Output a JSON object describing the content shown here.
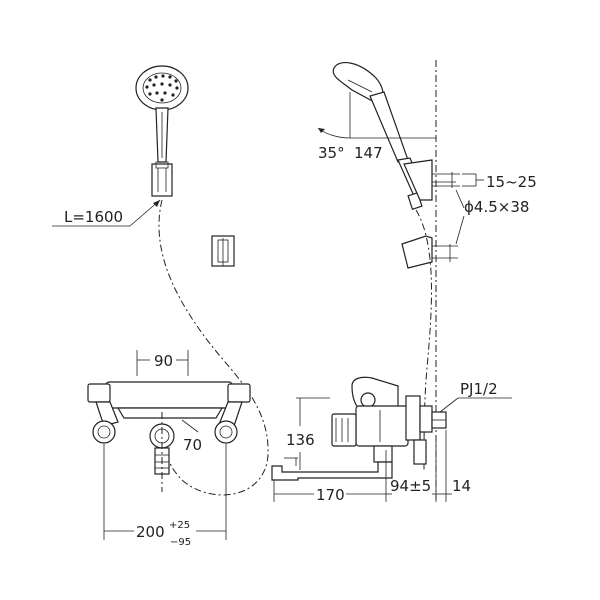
{
  "labels": {
    "hose_length": "L=1600",
    "angle": "35°",
    "head_length": "147",
    "bracket_spacing": "15~25",
    "screw": "ϕ4.5×38",
    "center_spacing": "90",
    "outlet_height": "136",
    "eccentric": "70",
    "pipe_thread": "PJ1/2",
    "spout_length": "170",
    "body_depth": "94±5",
    "wall_offset": "14",
    "mount_base": "200",
    "tol_plus": "+25",
    "tol_minus": "−95"
  }
}
